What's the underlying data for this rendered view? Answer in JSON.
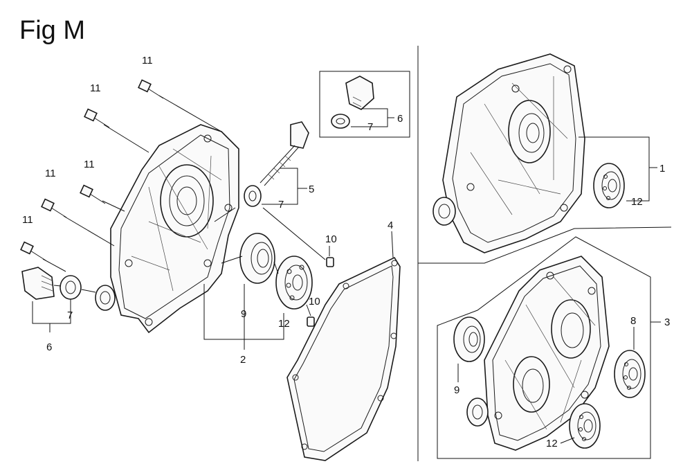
{
  "title": "Fig M",
  "callouts": {
    "c11a": "11",
    "c11b": "11",
    "c11c": "11",
    "c11d": "11",
    "c11e": "11",
    "c5": "5",
    "c7a": "7",
    "c10a": "10",
    "c10b": "10",
    "c9a": "9",
    "c12a": "12",
    "c2": "2",
    "c4": "4",
    "c7b": "7",
    "c6a": "6",
    "c6b": "6",
    "c7c": "7",
    "c1": "1",
    "c12b": "12",
    "c3": "3",
    "c8": "8",
    "c9b": "9",
    "c12c": "12"
  }
}
